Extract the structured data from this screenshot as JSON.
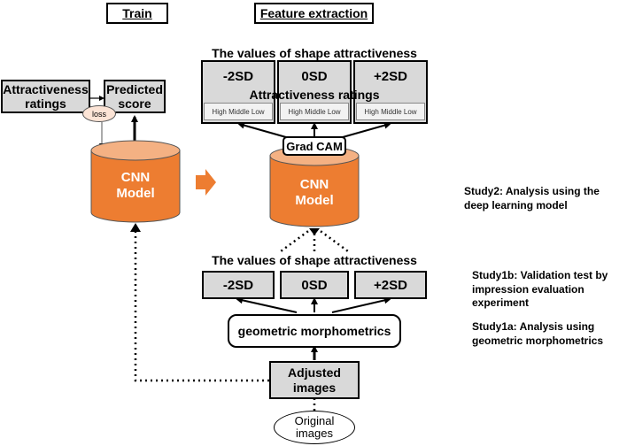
{
  "headers": {
    "train": "Train",
    "feature_extraction": "Feature extraction"
  },
  "train": {
    "attractiveness_ratings": "Attractiveness ratings",
    "predicted_score": "Predicted score",
    "loss": "loss",
    "cnn_model": "CNN Model"
  },
  "feature": {
    "top_title": "The values of shape attractiveness",
    "sd_boxes": [
      "-2SD",
      "0SD",
      "+2SD"
    ],
    "ratings_title": "Attractiveness ratings",
    "rating_levels": [
      "High Middle Low",
      "High Middle Low",
      "High Middle Low"
    ],
    "grad_cam": "Grad CAM",
    "cnn_model": "CNN Model",
    "mid_title": "The values of shape attractiveness",
    "mid_sd_boxes": [
      "-2SD",
      "0SD",
      "+2SD"
    ],
    "gm": "geometric morphometrics",
    "adjusted_images": "Adjusted images",
    "original_images": "Original images"
  },
  "studies": {
    "study2": "Study2: Analysis using the deep learning model",
    "study1b": "Study1b: Validation test by impression evaluation experiment",
    "study1a": "Study1a: Analysis using geometric morphometrics"
  },
  "colors": {
    "cnn_orange": "#ed7d31",
    "cnn_top": "#f4b183",
    "box_gray": "#d9d9d9",
    "loss_fill": "#fce4d6"
  }
}
